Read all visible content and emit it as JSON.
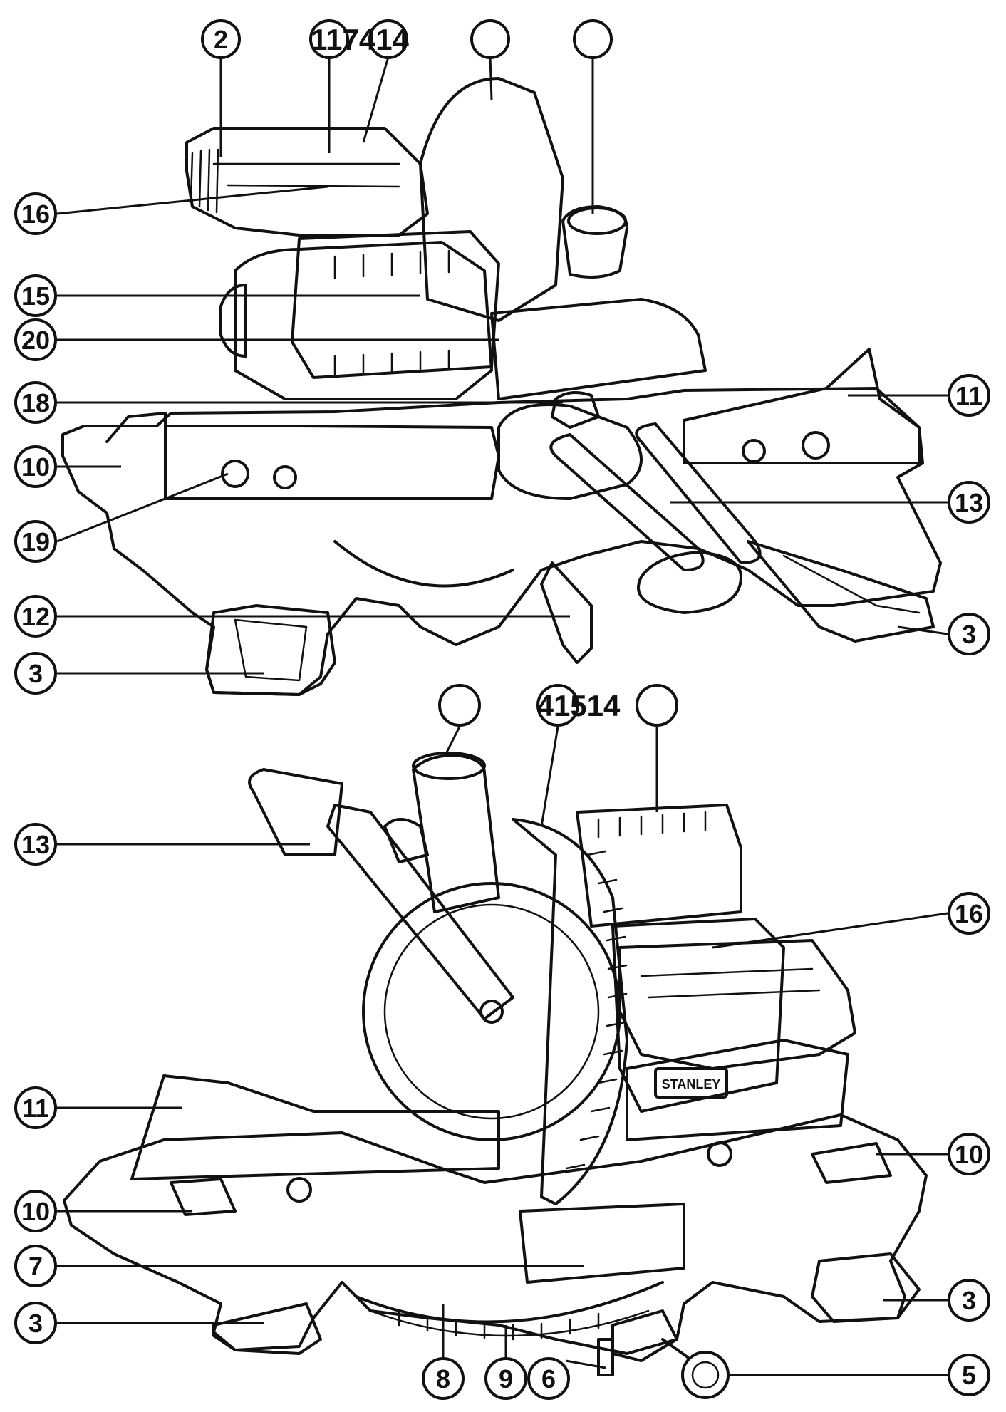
{
  "callouts": {
    "c2": "2",
    "top_merged": "117414",
    "c16_top": "16",
    "c15": "15",
    "c20": "20",
    "c18": "18",
    "c11_top": "11",
    "c10_top": "10",
    "c13_top": "13",
    "c19": "19",
    "c12": "12",
    "c3_top_right": "3",
    "c3_top_left": "3",
    "bottom_merged": "41514",
    "c13_bottom": "13",
    "c16_bottom": "16",
    "c11_bottom": "11",
    "c10_bottom_right": "10",
    "c10_bottom_left": "10",
    "c7": "7",
    "c3_bottom_right": "3",
    "c3_bottom_left": "3",
    "c8": "8",
    "c9": "9",
    "c6": "6",
    "c5": "5"
  },
  "brand_label": "STANLEY"
}
